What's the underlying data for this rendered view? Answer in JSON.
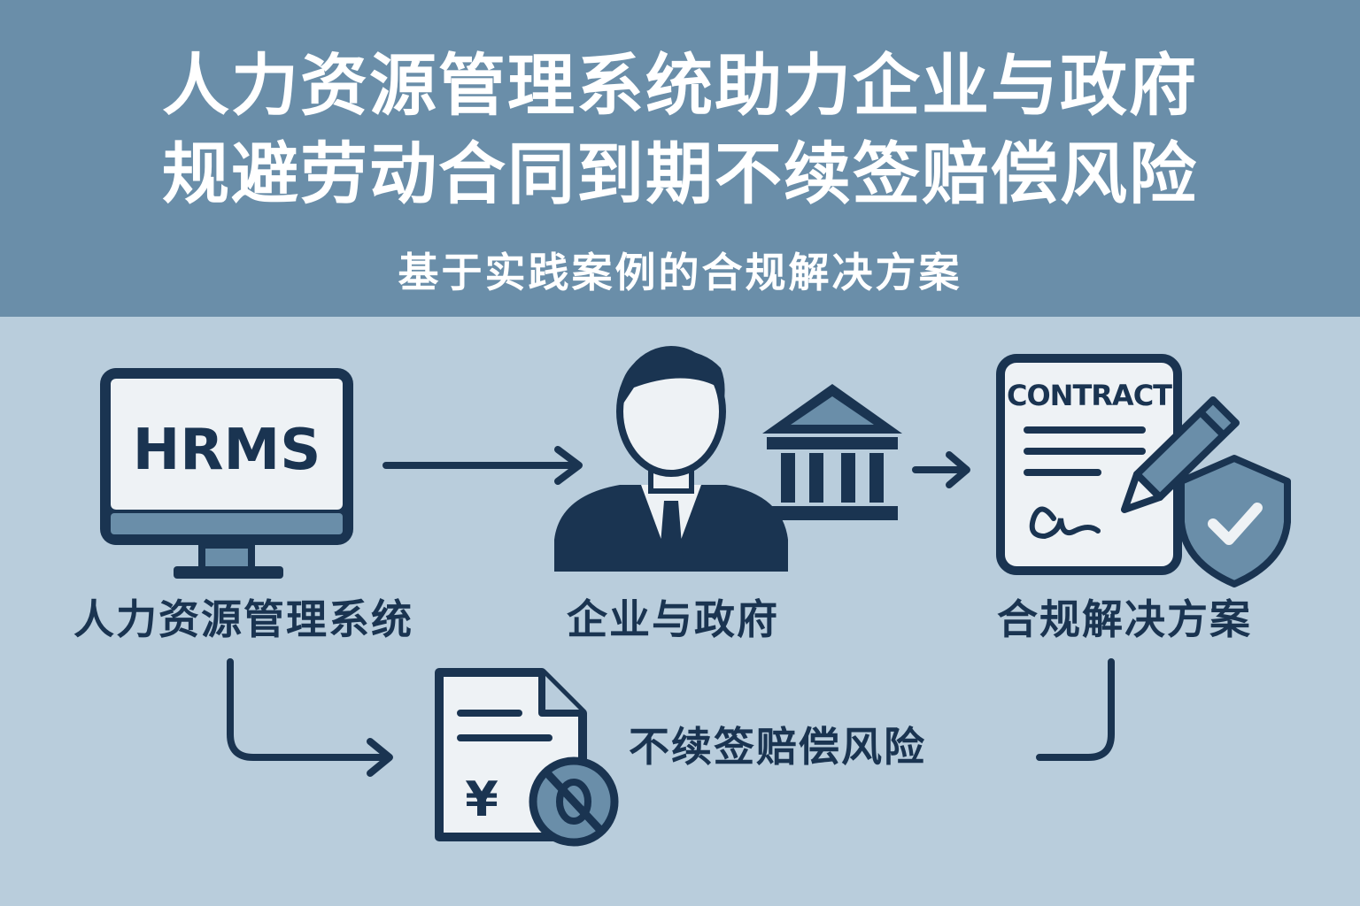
{
  "header": {
    "title_line1": "人力资源管理系统助力企业与政府",
    "title_line2": "规避劳动合同到期不续签赔偿风险",
    "subtitle": "基于实践案例的合规解决方案"
  },
  "nodes": {
    "hrms": {
      "screen_text": "HRMS",
      "label": "人力资源管理系统",
      "icon": "monitor-icon"
    },
    "enterprise": {
      "label": "企业与政府",
      "icons": [
        "businessman-icon",
        "government-building-icon"
      ]
    },
    "solution": {
      "doc_text": "CONTRACT",
      "label": "合规解决方案",
      "icons": [
        "contract-document-icon",
        "pen-icon",
        "shield-check-icon"
      ]
    },
    "risk": {
      "label": "不续签赔偿风险",
      "currency_symbol": "¥",
      "icons": [
        "document-icon",
        "prohibited-icon"
      ]
    }
  },
  "colors": {
    "header_bg": "#6a8ea9",
    "body_bg": "#b9cddc",
    "navy": "#1a3451",
    "icon_fill": "#eef2f5",
    "accent_blue": "#6a8ea9"
  }
}
